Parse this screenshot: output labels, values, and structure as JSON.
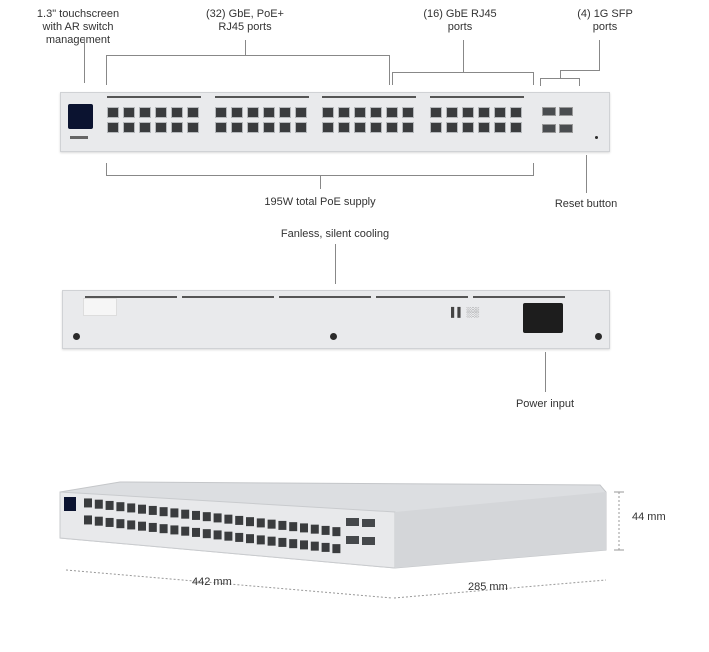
{
  "callouts": {
    "touchscreen": "1.3\" touchscreen\nwith AR switch management",
    "poe_ports": "(32) GbE, PoE+\nRJ45 ports",
    "gbe_ports": "(16) GbE RJ45\nports",
    "sfp_ports": "(4) 1G SFP\nports",
    "poe_supply": "195W total PoE supply",
    "reset": "Reset button",
    "cooling": "Fanless, silent cooling",
    "power": "Power input"
  },
  "dimensions": {
    "height": "44 mm",
    "width": "442 mm",
    "depth": "285 mm"
  },
  "colors": {
    "chassis": "#e9eaec",
    "port": "#3a3c3e",
    "screen": "#0b1330"
  }
}
